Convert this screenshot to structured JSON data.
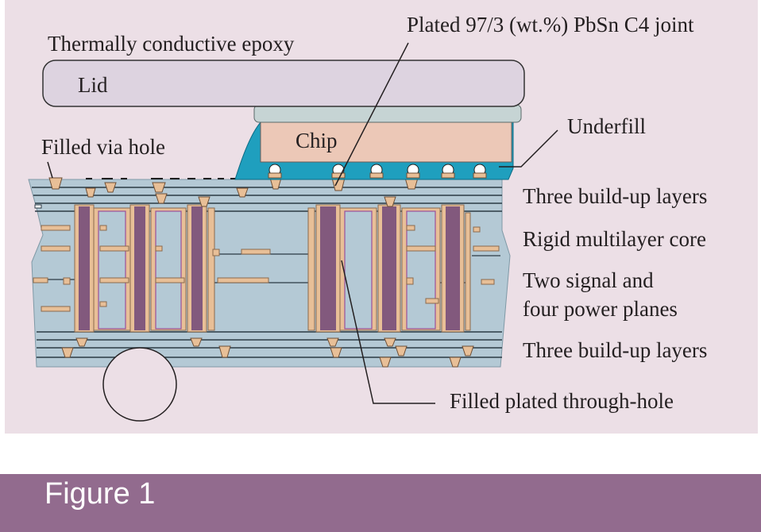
{
  "figure": {
    "caption": "Figure 1"
  },
  "labels": {
    "epoxy": "Thermally conductive epoxy",
    "lid": "Lid",
    "chip": "Chip",
    "joint": "Plated 97/3 (wt.%) PbSn C4 joint",
    "underfill": "Underfill",
    "via": "Filled via hole",
    "buildup_top": "Three build-up layers",
    "core": "Rigid multilayer core",
    "planes_line1": "Two signal and",
    "planes_line2": "four power planes",
    "buildup_bottom": "Three build-up layers",
    "pth": "Filled plated through-hole"
  },
  "colors": {
    "background_panel": "#ecdfe6",
    "lid": "#ddd3e0",
    "chip": "#ecc8b7",
    "chip_cap": "#c6d4d4",
    "underfill": "#1f9fbe",
    "substrate": "#b4c9d5",
    "copper": "#e8bf97",
    "through_hole": "#82597d",
    "figure_bar": "#926b8e"
  }
}
